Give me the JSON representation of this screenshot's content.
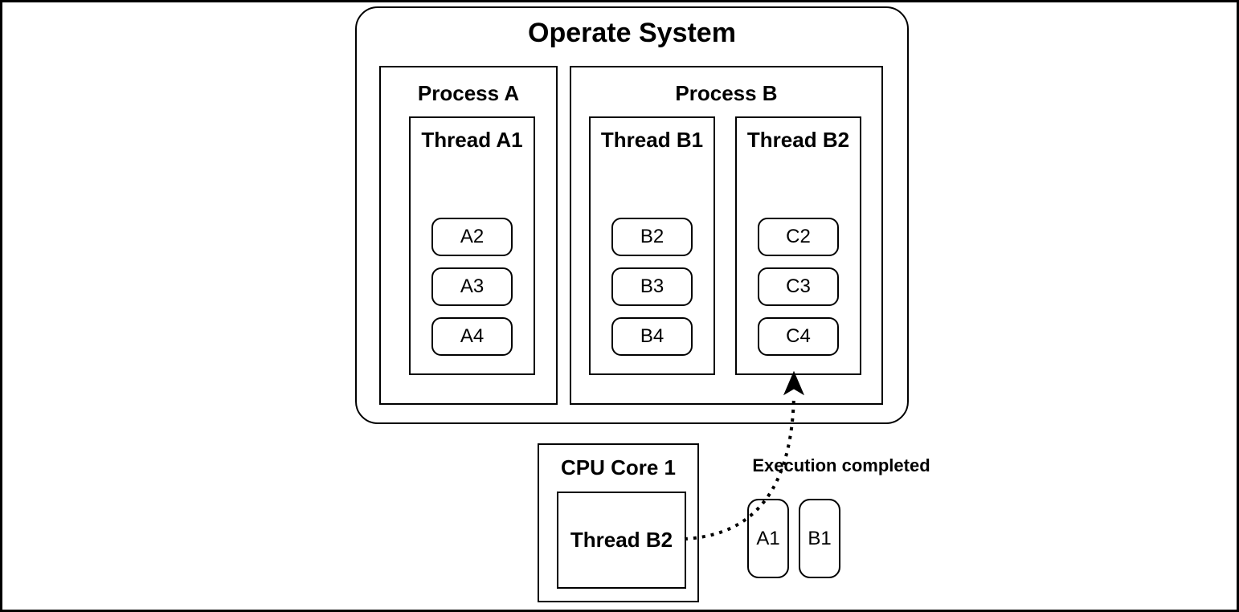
{
  "os": {
    "title": "Operate System"
  },
  "process_a": {
    "title": "Process A",
    "thread": {
      "title": "Thread A1",
      "tasks": [
        "A2",
        "A3",
        "A4"
      ]
    }
  },
  "process_b": {
    "title": "Process B",
    "threads": [
      {
        "title": "Thread B1",
        "tasks": [
          "B2",
          "B3",
          "B4"
        ]
      },
      {
        "title": "Thread B2",
        "tasks": [
          "C2",
          "C3",
          "C4"
        ]
      }
    ]
  },
  "cpu": {
    "title": "CPU Core 1",
    "running_thread": "Thread B2"
  },
  "arrow": {
    "label": "Execution completed"
  },
  "queue": [
    "A1",
    "B1"
  ],
  "colors": {
    "line": "#000000",
    "background": "#ffffff",
    "text": "#000000"
  }
}
